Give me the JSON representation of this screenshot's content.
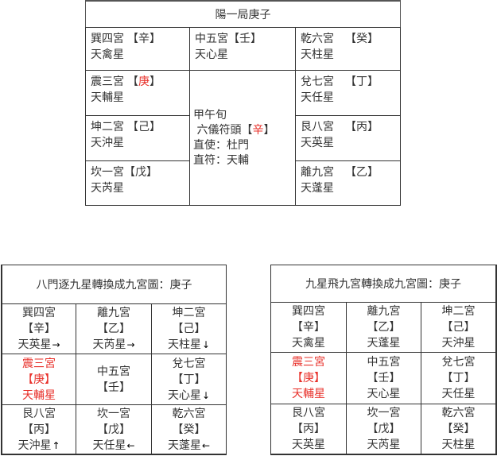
{
  "top_chart": {
    "title": "陽一局庚子",
    "cells": {
      "xun4": {
        "palace": "巽四宮",
        "gan": "【辛】",
        "star": "天禽星"
      },
      "zhong5": {
        "palace": "中五宮",
        "gan": "【壬】",
        "star": "天心星"
      },
      "qian6": {
        "palace": "乾六宮",
        "gan": "【癸】",
        "star": "天柱星"
      },
      "zhen3": {
        "palace": "震三宮",
        "gan_open": "【",
        "gan_char": "庚",
        "gan_close": "】",
        "star": "天輔星"
      },
      "dui7": {
        "palace": "兌七宮",
        "gan": "【丁】",
        "star": "天任星"
      },
      "kun2": {
        "palace": "坤二宮",
        "gan": "【己】",
        "star": "天沖星"
      },
      "gen8": {
        "palace": "艮八宮",
        "gan": "【丙】",
        "star": "天英星"
      },
      "kan1": {
        "palace": "坎一宮",
        "gan": "【戊】",
        "star": "天芮星"
      },
      "li9": {
        "palace": "離九宮",
        "gan": "【乙】",
        "star": "天蓬星"
      }
    },
    "center": {
      "xun": "甲午旬",
      "fu_tou_label": "六儀符頭",
      "fu_tou_open": "【",
      "fu_tou_char": "辛",
      "fu_tou_close": "】",
      "zhi_shi": "直使：杜門",
      "zhi_fu": "直符：天輔"
    }
  },
  "left_chart": {
    "title": "八門逐九星轉換成九宮圖：庚子",
    "cells": [
      {
        "palace": "巽四宮",
        "gan": "【辛】",
        "star": "天英星",
        "arrow": "→",
        "highlight": false
      },
      {
        "palace": "離九宮",
        "gan": "【乙】",
        "star": "天芮星",
        "arrow": "→",
        "highlight": false
      },
      {
        "palace": "坤二宮",
        "gan": "【己】",
        "star": "天柱星",
        "arrow": "↓",
        "highlight": false
      },
      {
        "palace": "震三宮",
        "gan": "【庚】",
        "star": "天輔星",
        "arrow": "",
        "highlight": true
      },
      {
        "palace": "中五宮",
        "gan": "【壬】",
        "star": "",
        "arrow": "",
        "highlight": false
      },
      {
        "palace": "兌七宮",
        "gan": "【丁】",
        "star": "天心星",
        "arrow": "↓",
        "highlight": false
      },
      {
        "palace": "艮八宮",
        "gan": "【丙】",
        "star": "天沖星",
        "arrow": "↑",
        "highlight": false
      },
      {
        "palace": "坎一宮",
        "gan": "【戊】",
        "star": "天任星",
        "arrow": "←",
        "highlight": false
      },
      {
        "palace": "乾六宮",
        "gan": "【癸】",
        "star": "天蓬星",
        "arrow": "←",
        "highlight": false
      }
    ]
  },
  "right_chart": {
    "title": "九星飛九宮轉換成九宮圖：庚子",
    "cells": [
      {
        "palace": "巽四宮",
        "gan": "【辛】",
        "star": "天禽星",
        "highlight": false
      },
      {
        "palace": "離九宮",
        "gan": "【乙】",
        "star": "天蓬星",
        "highlight": false
      },
      {
        "palace": "坤二宮",
        "gan": "【己】",
        "star": "天沖星",
        "highlight": false
      },
      {
        "palace": "震三宮",
        "gan": "【庚】",
        "star": "天輔星",
        "highlight": true
      },
      {
        "palace": "中五宮",
        "gan": "【壬】",
        "star": "天心星",
        "highlight": false
      },
      {
        "palace": "兌七宮",
        "gan": "【丁】",
        "star": "天任星",
        "highlight": false
      },
      {
        "palace": "艮八宮",
        "gan": "【丙】",
        "star": "天英星",
        "highlight": false
      },
      {
        "palace": "坎一宮",
        "gan": "【戊】",
        "star": "天芮星",
        "highlight": false
      },
      {
        "palace": "乾六宮",
        "gan": "【癸】",
        "star": "天柱星",
        "highlight": false
      }
    ]
  },
  "colors": {
    "highlight": "#e8302a",
    "text": "#333333",
    "border": "#333333"
  }
}
